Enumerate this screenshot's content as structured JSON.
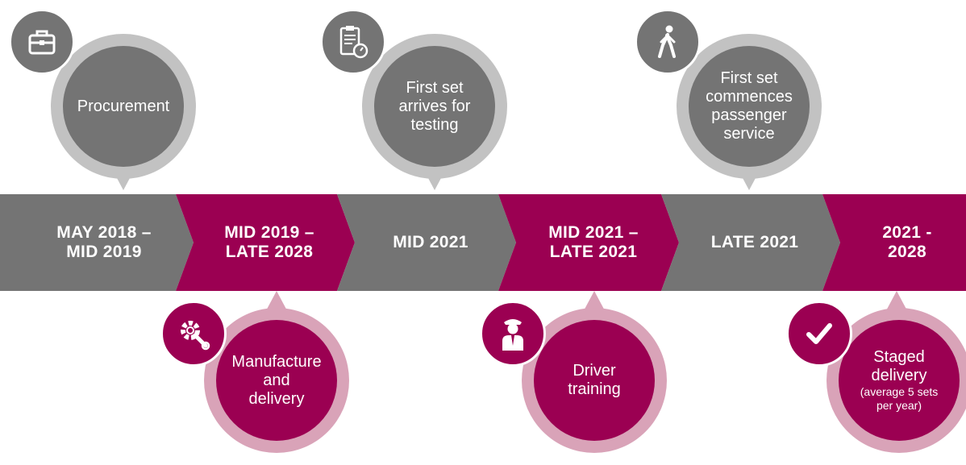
{
  "colors": {
    "grey": "#747474",
    "grey_light": "#c2c2c2",
    "grey_dark": "#5e5e5e",
    "plum": "#9b0052",
    "plum_light": "#d9a3b8",
    "plum_dark": "#8a0048"
  },
  "segments": [
    {
      "label": "MAY 2018 –\nMID 2019",
      "color": "grey"
    },
    {
      "label": "MID 2019 –\nLATE 2028",
      "color": "plum"
    },
    {
      "label": "MID 2021",
      "color": "grey"
    },
    {
      "label": "MID 2021 –\nLATE 2021",
      "color": "plum"
    },
    {
      "label": "LATE 2021",
      "color": "grey"
    },
    {
      "label": "2021 -\n2028",
      "color": "plum"
    }
  ],
  "milestones_top": [
    {
      "text": "Procurement",
      "icon": "briefcase-icon"
    },
    {
      "text": "First set\narrives for\ntesting",
      "icon": "clipboard-stopwatch-icon"
    },
    {
      "text": "First set\ncommences\npassenger\nservice",
      "icon": "walking-person-icon"
    }
  ],
  "milestones_bottom": [
    {
      "text": "Manufacture\nand\ndelivery",
      "icon": "gear-wrench-icon"
    },
    {
      "text": "Driver\ntraining",
      "icon": "train-driver-icon"
    },
    {
      "text": "Staged\ndelivery",
      "note": "(average 5 sets\nper year)",
      "icon": "checkmark-icon"
    }
  ]
}
